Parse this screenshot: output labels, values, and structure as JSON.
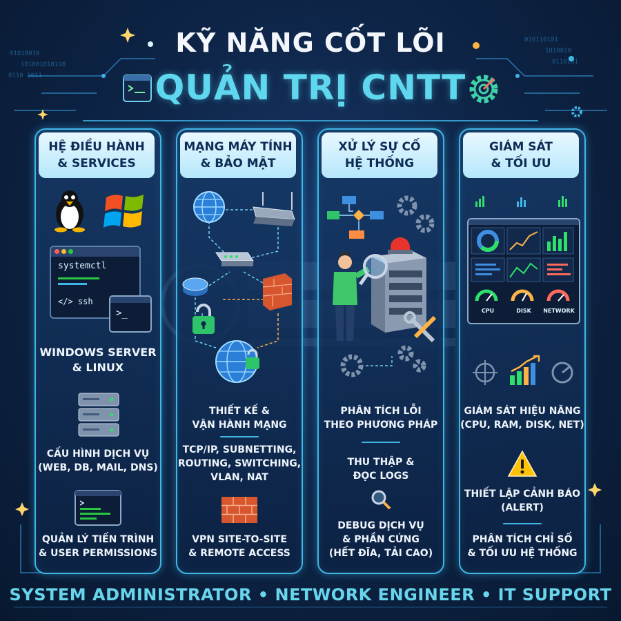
{
  "header": {
    "title_line1": "KỸ NĂNG CỐT LÕI",
    "title_line2": "QUẢN TRỊ CNTT"
  },
  "columns": [
    {
      "header_line1": "HỆ ĐIỀU HÀNH",
      "header_line2": "& SERVICES",
      "terminal_cmd1": "systemctl",
      "terminal_cmd2": "</> ssh",
      "prompt": ">_",
      "items": [
        {
          "line1": "WINDOWS SERVER",
          "line2": "& LINUX"
        },
        {
          "line1": "CẤU HÌNH DỊCH VỤ",
          "line2": "(WEB, DB, MAIL, DNS)"
        },
        {
          "line1": "QUẢN LÝ TIẾN TRÌNH",
          "line2": "& USER PERMISSIONS"
        }
      ]
    },
    {
      "header_line1": "MẠNG MÁY TÍNH",
      "header_line2": "& BẢO MẬT",
      "items": [
        {
          "line1": "THIẾT KẾ &",
          "line2": "VẬN HÀNH MẠNG"
        },
        {
          "line1": "TCP/IP, SUBNETTING,",
          "line2": "ROUTING, SWITCHING,",
          "line3": "VLAN, NAT"
        },
        {
          "line1": "VPN SITE-TO-SITE",
          "line2": "& REMOTE ACCESS"
        }
      ]
    },
    {
      "header_line1": "XỬ LÝ SỰ CỐ",
      "header_line2": "HỆ THỐNG",
      "items": [
        {
          "line1": "PHÂN TÍCH LỖI",
          "line2": "THEO PHƯƠNG PHÁP"
        },
        {
          "line1": "THU THẬP &",
          "line2": "ĐỌC LOGS"
        },
        {
          "line1": "DEBUG DỊCH VỤ",
          "line2": "& PHẦN CỨNG",
          "line3": "(HẾT ĐĨA, TẢI CAO)"
        }
      ]
    },
    {
      "header_line1": "GIÁM SÁT",
      "header_line2": "& TỐI ƯU",
      "gauges": [
        "CPU",
        "DISK",
        "NETWORK"
      ],
      "items": [
        {
          "line1": "GIÁM SÁT HIỆU NĂNG",
          "line2": "(CPU, RAM, DISK, NET)"
        },
        {
          "line1": "THIẾT LẬP CẢNH BÁO",
          "line2": "(ALERT)"
        },
        {
          "line1": "PHÂN TÍCH CHỈ SỐ",
          "line2": "& TỐI ƯU HỆ THỐNG"
        }
      ]
    }
  ],
  "footer": {
    "text": "SYSTEM ADMINISTRATOR • NETWORK ENGINEER • IT SUPPORT"
  }
}
